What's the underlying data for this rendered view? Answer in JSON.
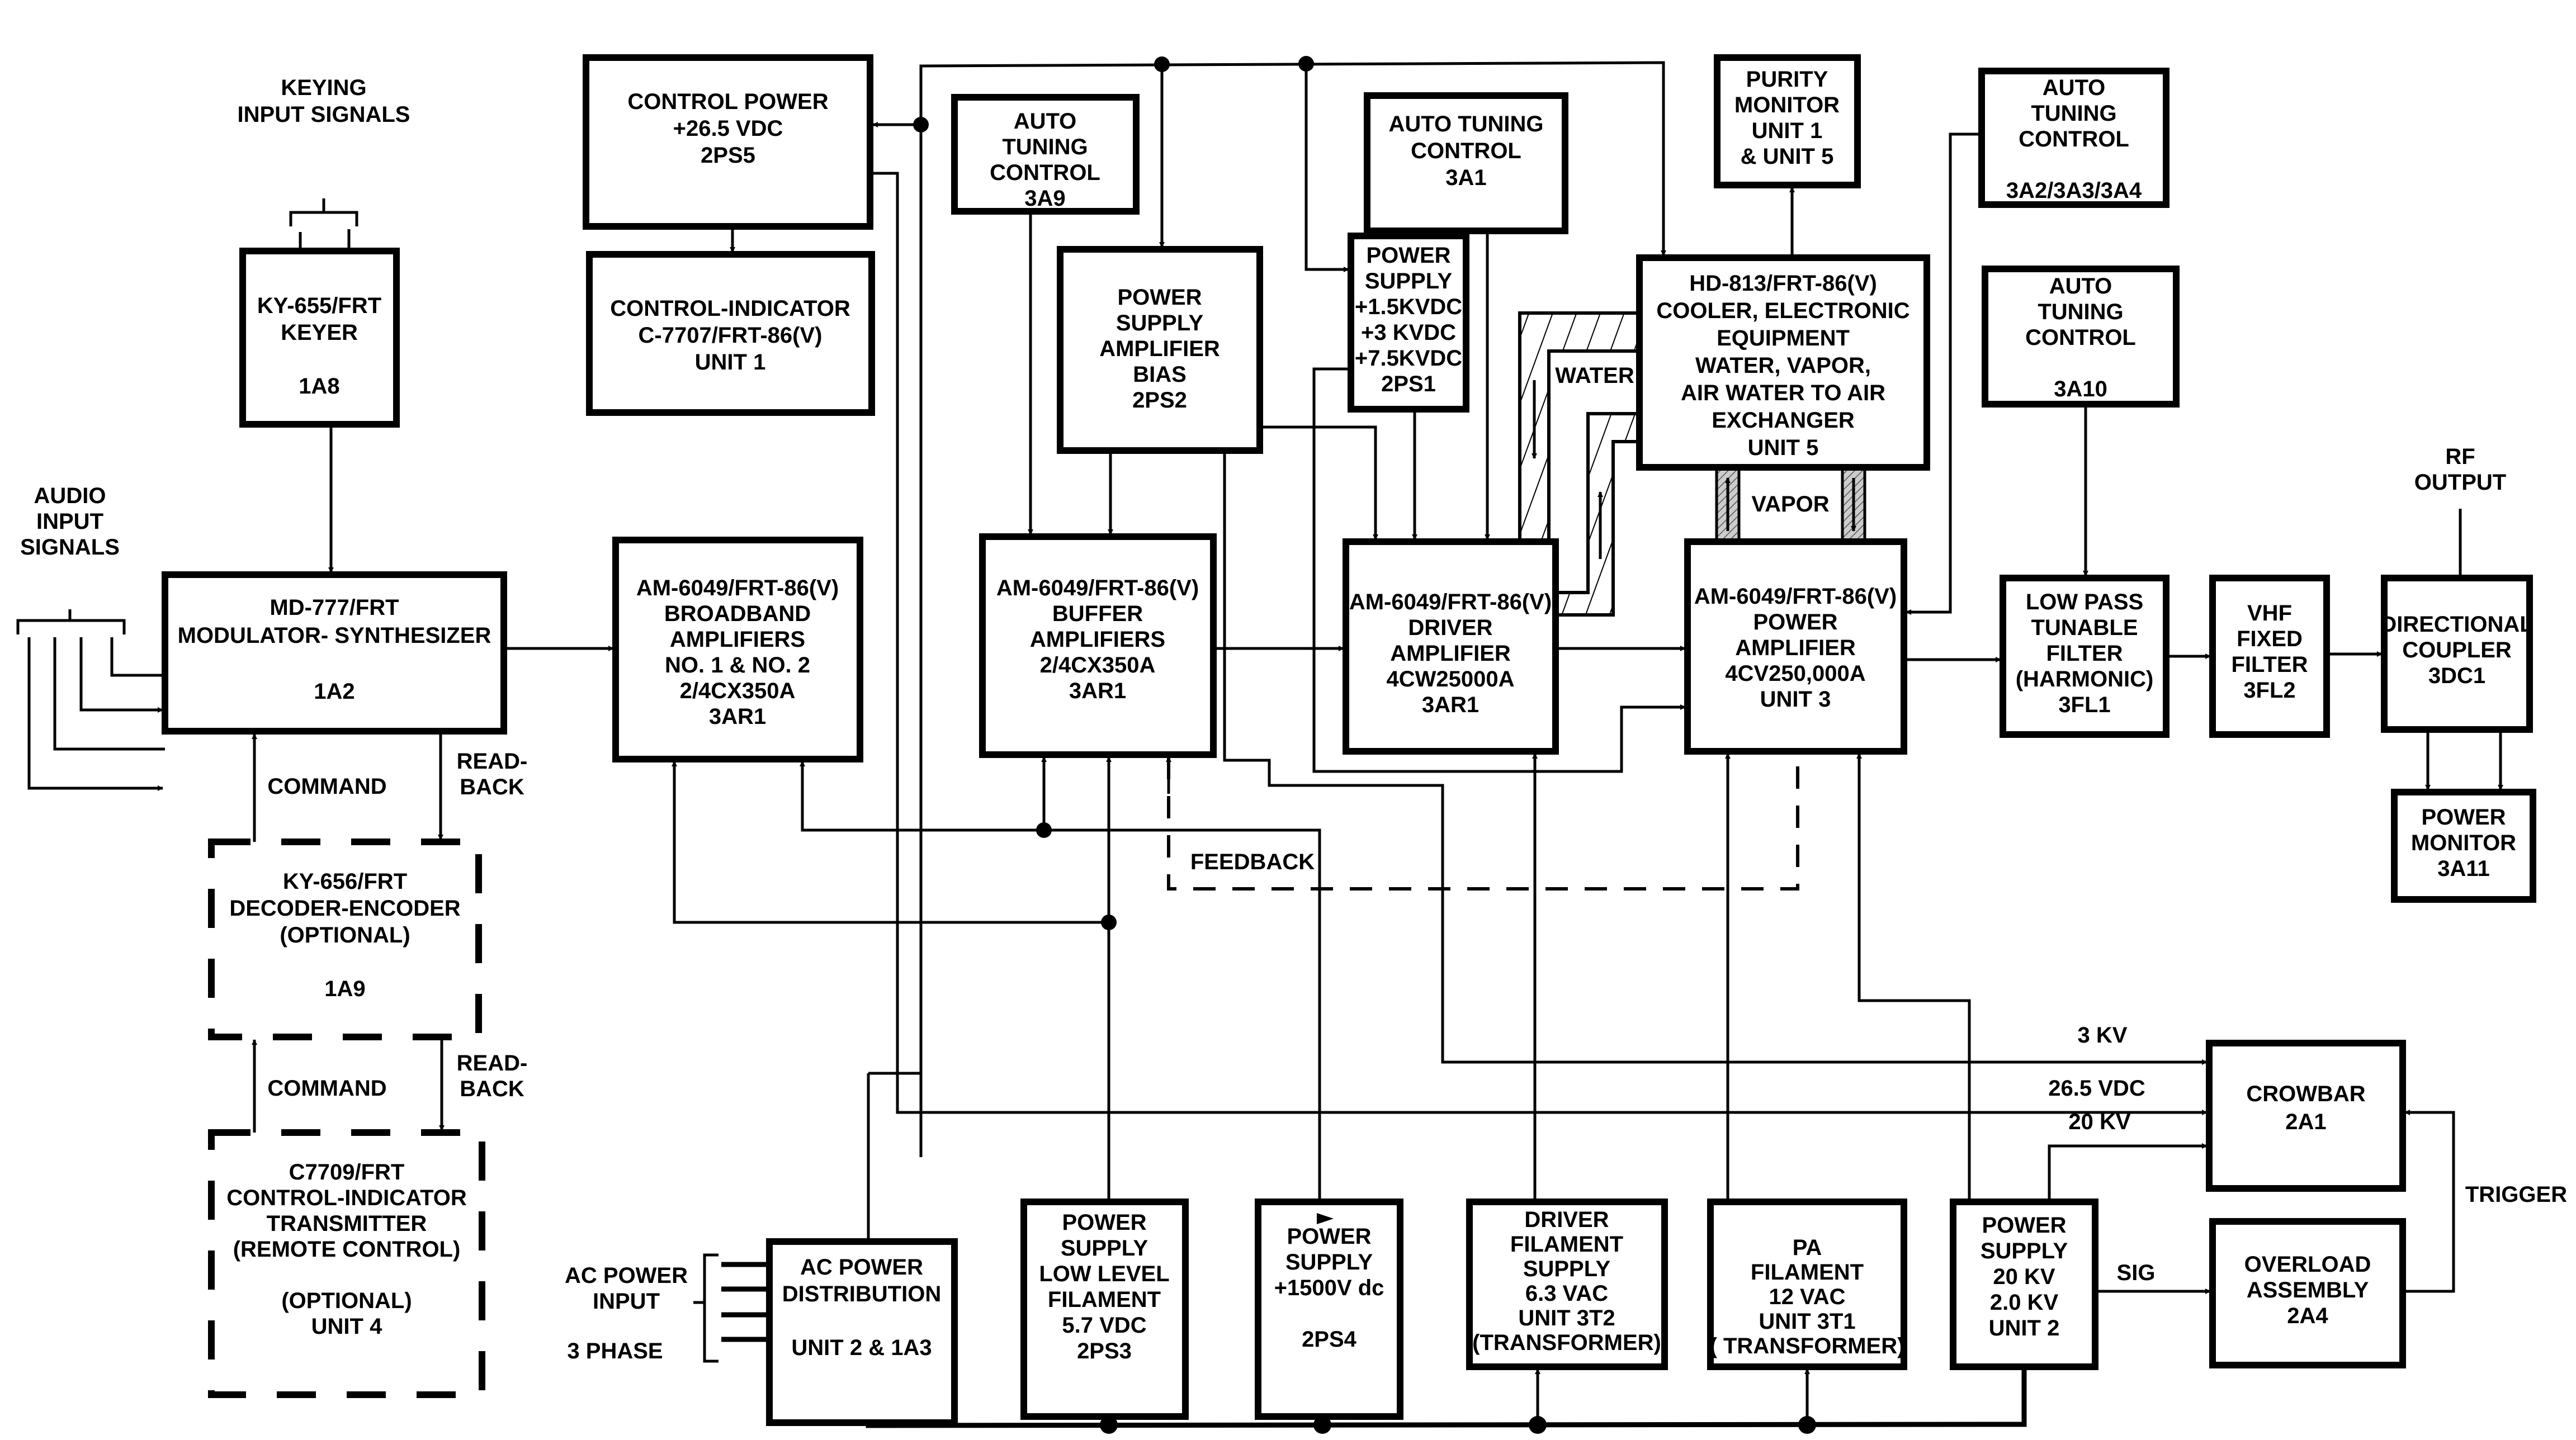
{
  "title": "Transmitter functional block diagram",
  "blocks": {
    "keyer": [
      "KY-655/FRT",
      "KEYER",
      "",
      "1A8"
    ],
    "modulator": [
      "MD-777/FRT",
      "MODULATOR- SYNTHESIZER",
      "",
      "1A2"
    ],
    "decoder": [
      "KY-656/FRT",
      "DECODER-ENCODER",
      "(OPTIONAL)",
      "",
      "1A9"
    ],
    "remote": [
      "C7709/FRT",
      "CONTROL-INDICATOR",
      "TRANSMITTER",
      "(REMOTE CONTROL)",
      "",
      "(OPTIONAL)",
      "UNIT 4"
    ],
    "control_power": [
      "CONTROL POWER",
      "+26.5 VDC",
      "2PS5"
    ],
    "control_indicator": [
      "CONTROL-INDICATOR",
      "C-7707/FRT-86(V)",
      "UNIT 1"
    ],
    "auto_3a9": [
      "AUTO",
      "TUNING",
      "CONTROL",
      "3A9"
    ],
    "ps_bias": [
      "POWER",
      "SUPPLY",
      "AMPLIFIER",
      "BIAS",
      "2PS2"
    ],
    "ps_2ps1": [
      "POWER",
      "SUPPLY",
      "+1.5KVDC",
      "+3 KVDC",
      "+7.5KVDC",
      "2PS1"
    ],
    "auto_3a1": [
      "AUTO TUNING",
      "CONTROL",
      "3A1"
    ],
    "purity": [
      "PURITY",
      "MONITOR",
      "UNIT 1",
      "& UNIT 5"
    ],
    "cooler": [
      "HD-813/FRT-86(V)",
      "COOLER, ELECTRONIC",
      "EQUIPMENT",
      "WATER, VAPOR,",
      "AIR WATER TO AIR",
      "EXCHANGER",
      "UNIT 5"
    ],
    "auto_3a2": [
      "AUTO",
      "TUNING",
      "CONTROL",
      "",
      "3A2/3A3/3A4"
    ],
    "auto_3a10": [
      "AUTO",
      "TUNING",
      "CONTROL",
      "",
      "3A10"
    ],
    "broadband": [
      "AM-6049/FRT-86(V)",
      "BROADBAND",
      "AMPLIFIERS",
      "NO. 1 & NO. 2",
      "2/4CX350A",
      "3AR1"
    ],
    "buffer": [
      "AM-6049/FRT-86(V)",
      "BUFFER",
      "AMPLIFIERS",
      "2/4CX350A",
      "3AR1"
    ],
    "driver": [
      "AM-6049/FRT-86(V)",
      "DRIVER",
      "AMPLIFIER",
      "4CW25000A",
      "3AR1"
    ],
    "pa": [
      "AM-6049/FRT-86(V)",
      "POWER",
      "AMPLIFIER",
      "4CV250,000A",
      "UNIT 3"
    ],
    "lpf": [
      "LOW PASS",
      "TUNABLE",
      "FILTER",
      "(HARMONIC)",
      "3FL1"
    ],
    "vhf": [
      "VHF",
      "FIXED",
      "FILTER",
      "3FL2"
    ],
    "coupler": [
      "DIRECTIONAL",
      "COUPLER",
      "3DC1"
    ],
    "power_monitor": [
      "POWER",
      "MONITOR",
      "3A11"
    ],
    "crowbar": [
      "CROWBAR",
      "2A1"
    ],
    "overload": [
      "OVERLOAD",
      "ASSEMBLY",
      "2A4"
    ],
    "ac_dist": [
      "AC POWER",
      "DISTRIBUTION",
      "",
      "UNIT 2 & 1A3"
    ],
    "ps_filament_ll": [
      "POWER",
      "SUPPLY",
      "LOW LEVEL",
      "FILAMENT",
      "5.7 VDC",
      "2PS3"
    ],
    "ps_2ps4": [
      "POWER",
      "SUPPLY",
      "+1500V dc",
      "",
      "2PS4"
    ],
    "driver_filament": [
      "DRIVER",
      "FILAMENT",
      "SUPPLY",
      "6.3 VAC",
      "UNIT 3T2",
      "(TRANSFORMER)"
    ],
    "pa_filament": [
      "PA",
      "FILAMENT",
      "12 VAC",
      "UNIT 3T1",
      "( TRANSFORMER)"
    ],
    "ps_20kv": [
      "POWER",
      "SUPPLY",
      "20 KV",
      "2.0 KV",
      "UNIT 2"
    ]
  },
  "labels": {
    "keying_inputs": [
      "KEYING",
      "INPUT SIGNALS"
    ],
    "audio_inputs": [
      "AUDIO",
      "INPUT",
      "SIGNALS"
    ],
    "command_1": "COMMAND",
    "readback_1": [
      "READ-",
      "BACK"
    ],
    "command_2": "COMMAND",
    "readback_2": [
      "READ-",
      "BACK"
    ],
    "water": "WATER",
    "vapor": "VAPOR",
    "feedback": "FEEDBACK",
    "rf_output": [
      "RF",
      "OUTPUT"
    ],
    "ac_power_input": [
      "AC POWER",
      "INPUT"
    ],
    "three_phase": "3 PHASE",
    "line_3kv": "3 KV",
    "line_26vdc": "26.5 VDC",
    "line_20kv": "20 KV",
    "sig": "SIG",
    "trigger": "TRIGGER"
  }
}
